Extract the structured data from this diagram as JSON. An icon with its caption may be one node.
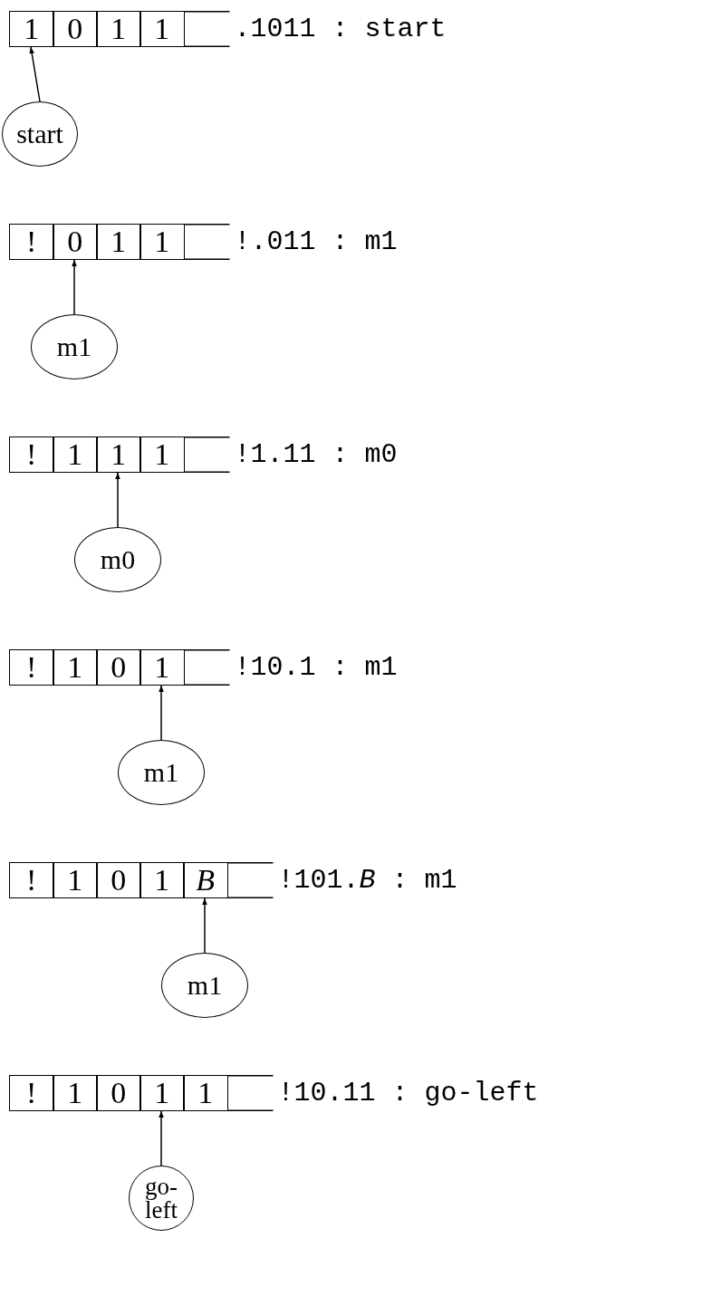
{
  "diagram": {
    "nodes": [
      {
        "text": [
          "1"
        ]
      },
      {
        "text": [
          "0"
        ]
      },
      {
        "text": [
          "1"
        ]
      },
      {
        "text": [
          "1"
        ]
      },
      {
        "text": [
          "start"
        ]
      },
      {
        "text": [
          "!"
        ]
      },
      {
        "text": [
          "0"
        ]
      },
      {
        "text": [
          "1"
        ]
      },
      {
        "text": [
          "1"
        ]
      },
      {
        "text": [
          "m1"
        ]
      },
      {
        "text": [
          "!"
        ]
      },
      {
        "text": [
          "1"
        ]
      },
      {
        "text": [
          "1"
        ]
      },
      {
        "text": [
          "1"
        ]
      },
      {
        "text": [
          "m0"
        ]
      },
      {
        "text": [
          "!"
        ]
      },
      {
        "text": [
          "1"
        ]
      },
      {
        "text": [
          "0"
        ]
      },
      {
        "text": [
          "1"
        ]
      },
      {
        "text": [
          "m1"
        ]
      },
      {
        "text": [
          "!"
        ]
      },
      {
        "text": [
          "1"
        ]
      },
      {
        "text": [
          "0"
        ]
      },
      {
        "text": [
          "1"
        ]
      },
      {
        "text": [
          "B"
        ]
      },
      {
        "text": [
          "m1"
        ]
      },
      {
        "text": [
          "!"
        ]
      },
      {
        "text": [
          "1"
        ]
      },
      {
        "text": [
          "0"
        ]
      },
      {
        "text": [
          "1"
        ]
      },
      {
        "text": [
          "1"
        ]
      },
      {
        "text": [
          "go-left"
        ]
      }
    ],
    "edges": [
      {
        "from": 4,
        "to": 0,
        "arrow": "to"
      },
      {
        "from": 9,
        "to": 6,
        "arrow": "to"
      },
      {
        "from": 14,
        "to": 12,
        "arrow": "to"
      },
      {
        "from": 19,
        "to": 18,
        "arrow": "to"
      },
      {
        "from": 25,
        "to": 24,
        "arrow": "to"
      },
      {
        "from": 31,
        "to": 29,
        "arrow": "to"
      }
    ],
    "labels": [
      ".1011 : start",
      "!.011 : m1",
      "!1.11 : m0",
      "!10.1 : m1",
      "!101.*B* : m1",
      "!10.11 : go-left"
    ]
  }
}
